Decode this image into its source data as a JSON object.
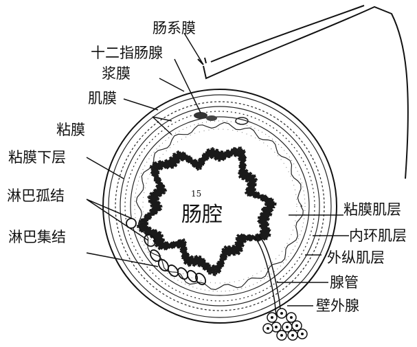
{
  "labels": {
    "mesentery": "肠系膜",
    "duodenal_gland": "十二指肠腺",
    "serosa": "浆膜",
    "muscularis": "肌膜",
    "mucosa": "粘膜",
    "submucosa": "粘膜下层",
    "solitary_lymph_nodule": "淋巴孤结",
    "aggregated_lymph_nodules": "淋巴集结",
    "muscularis_mucosae": "粘膜肌层",
    "inner_circular_layer": "内环肌层",
    "outer_longitudinal_layer": "外纵肌层",
    "gland_duct": "腺管",
    "extramural_gland": "壁外腺",
    "lumen": "肠腔",
    "lumen_number": "15"
  },
  "colors": {
    "ink": "#111111",
    "villi": "#1a1a1a",
    "stipple": "#555555",
    "background": "#ffffff"
  }
}
